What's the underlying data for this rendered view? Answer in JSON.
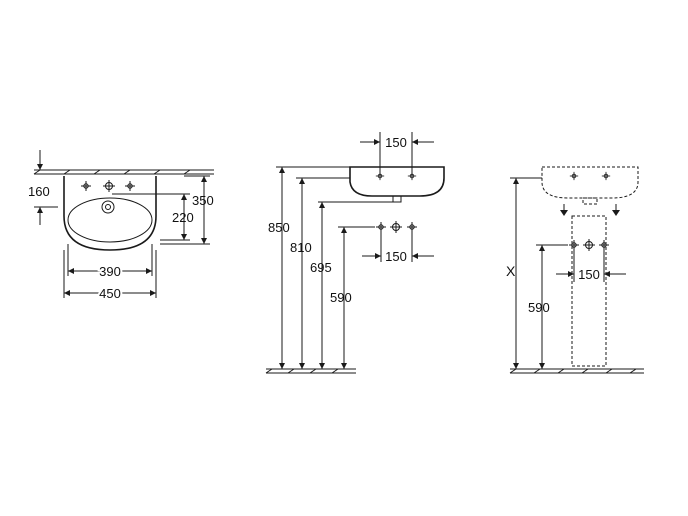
{
  "views": {
    "top": {
      "dim_160": "160",
      "dim_350": "350",
      "dim_220": "220",
      "dim_390": "390",
      "dim_450": "450"
    },
    "side": {
      "dim_150_top": "150",
      "dim_850": "850",
      "dim_810": "810",
      "dim_695": "695",
      "dim_590": "590",
      "dim_150_bottom": "150"
    },
    "pedestal": {
      "dim_x": "X",
      "dim_590": "590",
      "dim_150": "150"
    }
  }
}
